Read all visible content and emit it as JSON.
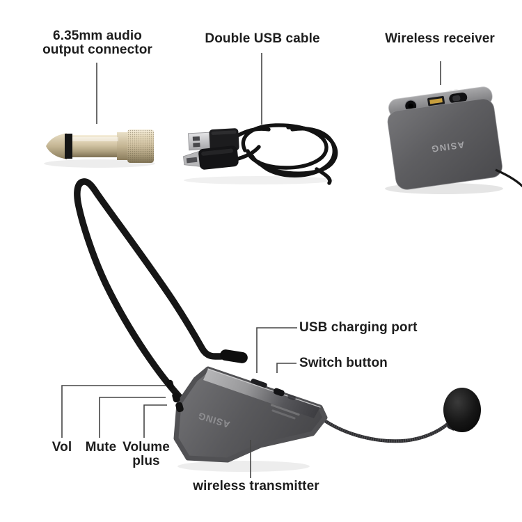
{
  "callouts": {
    "adapter_line1": "6.35mm audio",
    "adapter_line2": "output connector",
    "usb_cable": "Double USB cable",
    "receiver": "Wireless receiver",
    "charging_port": "USB charging port",
    "switch_button": "Switch button",
    "vol": "Vol",
    "mute": "Mute",
    "volume_line1": "Volume",
    "volume_line2": "plus",
    "transmitter": "wireless transmitter"
  },
  "device_markings": {
    "receiver_brand": "ASING",
    "transmitter_brand": "ASING"
  },
  "colors": {
    "background": "#ffffff",
    "label_text": "#1d1d1d",
    "callout_line": "#454545",
    "device_gray": "#58585b",
    "adapter_gold": "#cfc0a0",
    "cable_black": "#141414"
  }
}
